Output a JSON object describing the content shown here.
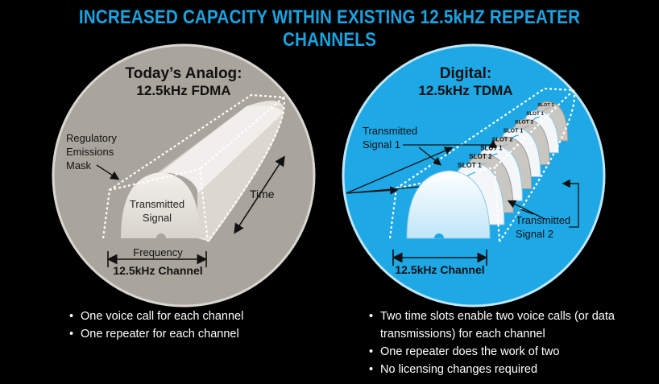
{
  "title": "INCREASED CAPACITY WITHIN EXISTING 12.5kHZ REPEATER CHANNELS",
  "colors": {
    "accent": "#1aa3e0",
    "analog_disc": "#a8a49c",
    "digital_disc": "#1ea8e6"
  },
  "analog": {
    "heading_line1": "Today’s Analog:",
    "heading_line2": "12.5kHz FDMA",
    "mask_label_1": "Regulatory",
    "mask_label_2": "Emissions",
    "mask_label_3": "Mask",
    "signal_label_1": "Transmitted",
    "signal_label_2": "Signal",
    "time_label": "Time",
    "frequency_label": "Frequency",
    "channel_label": "12.5kHz Channel",
    "bullets": [
      "One voice call for each channel",
      "One repeater for each channel"
    ]
  },
  "digital": {
    "heading_line1": "Digital:",
    "heading_line2": "12.5kHz TDMA",
    "signal1_label_1": "Transmitted",
    "signal1_label_2": "Signal 1",
    "signal2_label_1": "Transmitted",
    "signal2_label_2": "Signal 2",
    "channel_label": "12.5kHz Channel",
    "slots": [
      "SLOT 1",
      "SLOT 2",
      "SLOT 1",
      "SLOT 2",
      "SLOT 1",
      "SLOT 2",
      "SLOT 1",
      "SLOT 2"
    ],
    "bullets": [
      "Two time slots enable two voice calls (or data transmissions) for each channel",
      "One repeater does the work of two",
      "No licensing changes required"
    ]
  }
}
